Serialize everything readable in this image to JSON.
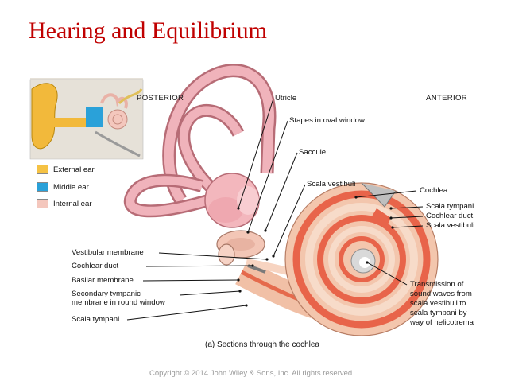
{
  "title": "Hearing and Equilibrium",
  "orientation": {
    "posterior": "POSTERIOR",
    "anterior": "ANTERIOR"
  },
  "legend": [
    {
      "label": "External ear",
      "color": "#f5c244"
    },
    {
      "label": "Middle ear",
      "color": "#2aa1d9"
    },
    {
      "label": "Internal ear",
      "color": "#f4c7bd"
    }
  ],
  "labels": {
    "utricle": "Utricle",
    "stapes": "Stapes in oval window",
    "saccule": "Saccule",
    "scala_vestibuli_top": "Scala vestibuli",
    "cochlea": "Cochlea",
    "scala_tympani_right": "Scala tympani",
    "cochlear_duct_right": "Cochlear duct",
    "scala_vestibuli_right": "Scala vestibuli",
    "vestibular_membrane": "Vestibular membrane",
    "cochlear_duct_left": "Cochlear duct",
    "basilar_membrane": "Basilar membrane",
    "secondary_tympanic": [
      "Secondary tympanic",
      "membrane in round window"
    ],
    "scala_tympani_left": "Scala tympani",
    "transmission": [
      "Transmission of",
      "sound waves from",
      "scala vestibuli to",
      "scala tympani by",
      "way of helicotrema"
    ]
  },
  "caption": "(a) Sections through the cochlea",
  "copyright": "Copyright © 2014 John Wiley & Sons, Inc. All rights reserved."
}
